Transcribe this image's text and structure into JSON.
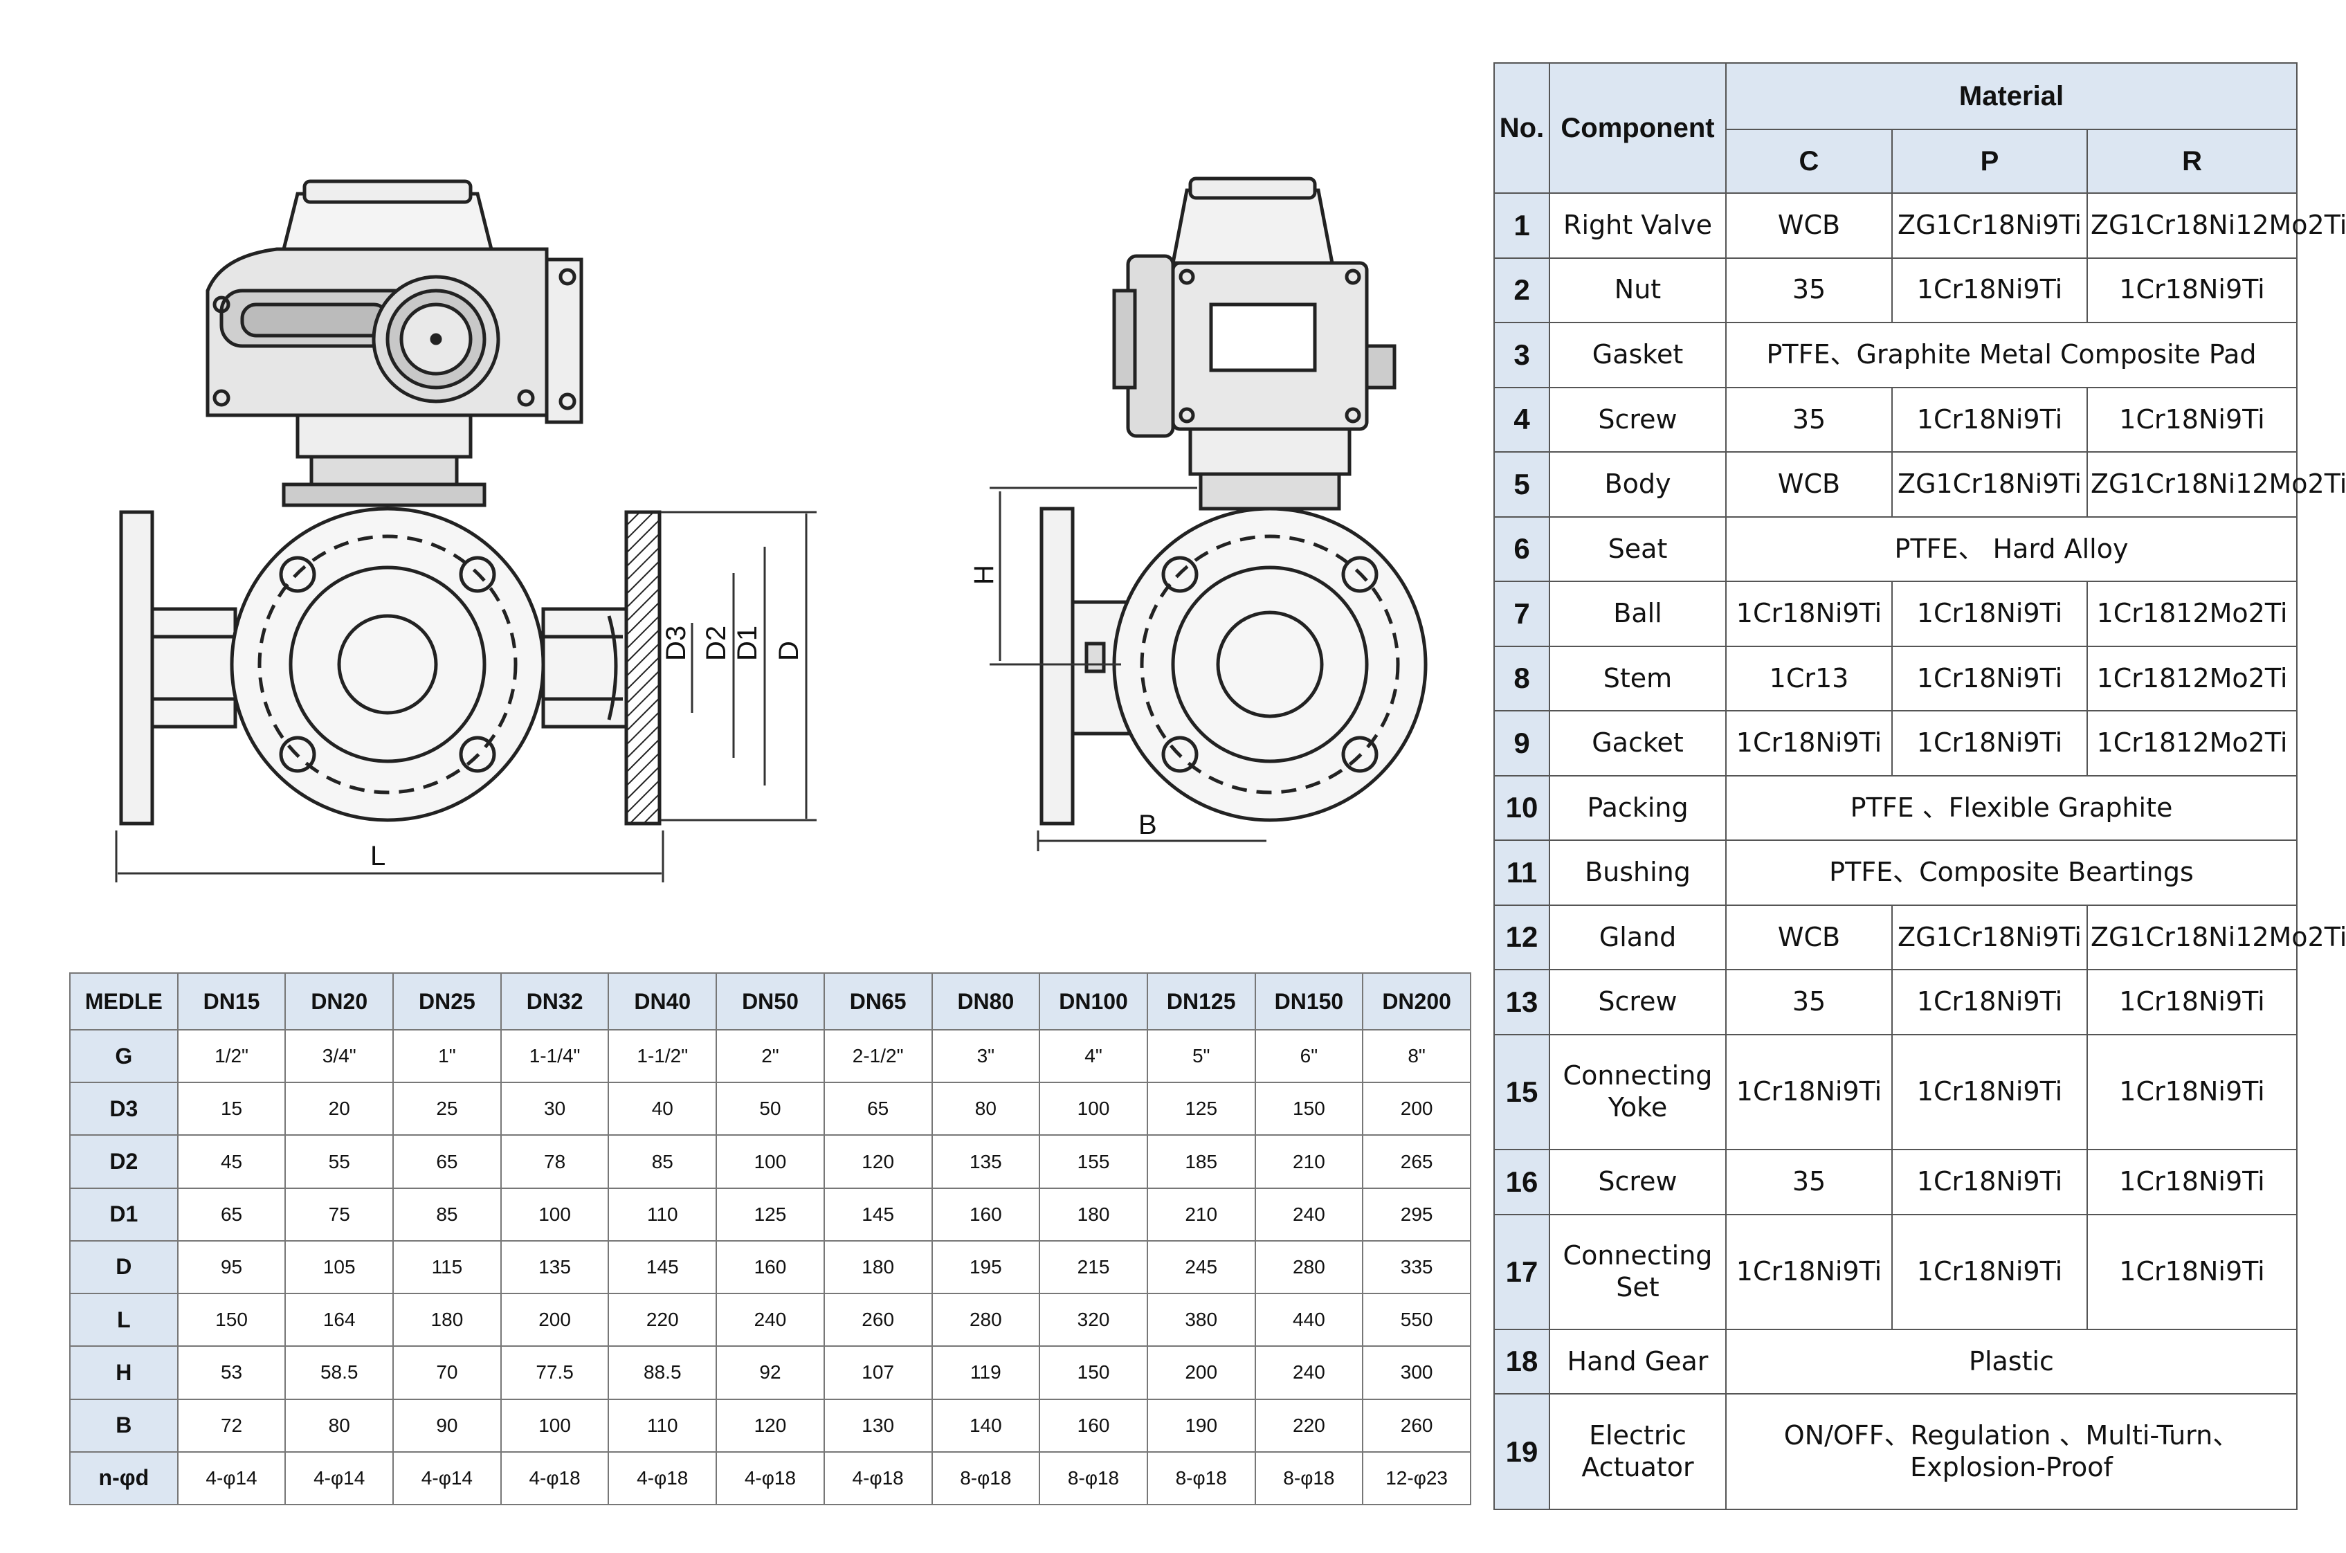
{
  "drawing_labels": {
    "d3": "D3",
    "d2": "D2",
    "d1": "D1",
    "d": "D",
    "l": "L",
    "h": "H",
    "b": "B"
  },
  "dimensions": {
    "corner_label": "MEDLE",
    "models": [
      "DN15",
      "DN20",
      "DN25",
      "DN32",
      "DN40",
      "DN50",
      "DN65",
      "DN80",
      "DN100",
      "DN125",
      "DN150",
      "DN200"
    ],
    "rows": [
      {
        "label": "G",
        "values": [
          "1/2\"",
          "3/4\"",
          "1\"",
          "1-1/4\"",
          "1-1/2\"",
          "2\"",
          "2-1/2\"",
          "3\"",
          "4\"",
          "5\"",
          "6\"",
          "8\""
        ]
      },
      {
        "label": "D3",
        "values": [
          "15",
          "20",
          "25",
          "30",
          "40",
          "50",
          "65",
          "80",
          "100",
          "125",
          "150",
          "200"
        ]
      },
      {
        "label": "D2",
        "values": [
          "45",
          "55",
          "65",
          "78",
          "85",
          "100",
          "120",
          "135",
          "155",
          "185",
          "210",
          "265"
        ]
      },
      {
        "label": "D1",
        "values": [
          "65",
          "75",
          "85",
          "100",
          "110",
          "125",
          "145",
          "160",
          "180",
          "210",
          "240",
          "295"
        ]
      },
      {
        "label": "D",
        "values": [
          "95",
          "105",
          "115",
          "135",
          "145",
          "160",
          "180",
          "195",
          "215",
          "245",
          "280",
          "335"
        ]
      },
      {
        "label": "L",
        "values": [
          "150",
          "164",
          "180",
          "200",
          "220",
          "240",
          "260",
          "280",
          "320",
          "380",
          "440",
          "550"
        ]
      },
      {
        "label": "H",
        "values": [
          "53",
          "58.5",
          "70",
          "77.5",
          "88.5",
          "92",
          "107",
          "119",
          "150",
          "200",
          "240",
          "300"
        ]
      },
      {
        "label": "B",
        "values": [
          "72",
          "80",
          "90",
          "100",
          "110",
          "120",
          "130",
          "140",
          "160",
          "190",
          "220",
          "260"
        ]
      },
      {
        "label": "n-φd",
        "values": [
          "4-φ14",
          "4-φ14",
          "4-φ14",
          "4-φ18",
          "4-φ18",
          "4-φ18",
          "4-φ18",
          "8-φ18",
          "8-φ18",
          "8-φ18",
          "8-φ18",
          "12-φ23"
        ]
      }
    ]
  },
  "materials": {
    "headers": {
      "no": "No.",
      "component": "Component",
      "material": "Material",
      "c": "C",
      "p": "P",
      "r": "R"
    },
    "rows": [
      {
        "no": "1",
        "component": "Right Valve",
        "c": "WCB",
        "p": "ZG1Cr18Ni9Ti",
        "r": "ZG1Cr18Ni12Mo2Ti"
      },
      {
        "no": "2",
        "component": "Nut",
        "c": "35",
        "p": "1Cr18Ni9Ti",
        "r": "1Cr18Ni9Ti"
      },
      {
        "no": "3",
        "component": "Gasket",
        "span": "PTFE、Graphite Metal Composite Pad"
      },
      {
        "no": "4",
        "component": "Screw",
        "c": "35",
        "p": "1Cr18Ni9Ti",
        "r": "1Cr18Ni9Ti"
      },
      {
        "no": "5",
        "component": "Body",
        "c": "WCB",
        "p": "ZG1Cr18Ni9Ti",
        "r": "ZG1Cr18Ni12Mo2Ti"
      },
      {
        "no": "6",
        "component": "Seat",
        "span": "PTFE、 Hard Alloy"
      },
      {
        "no": "7",
        "component": "Ball",
        "c": "1Cr18Ni9Ti",
        "p": "1Cr18Ni9Ti",
        "r": "1Cr1812Mo2Ti"
      },
      {
        "no": "8",
        "component": "Stem",
        "c": "1Cr13",
        "p": "1Cr18Ni9Ti",
        "r": "1Cr1812Mo2Ti"
      },
      {
        "no": "9",
        "component": "Gacket",
        "c": "1Cr18Ni9Ti",
        "p": "1Cr18Ni9Ti",
        "r": "1Cr1812Mo2Ti"
      },
      {
        "no": "10",
        "component": "Packing",
        "span": "PTFE 、Flexible Graphite"
      },
      {
        "no": "11",
        "component": "Bushing",
        "span": "PTFE、Composite Beartings"
      },
      {
        "no": "12",
        "component": "Gland",
        "c": "WCB",
        "p": "ZG1Cr18Ni9Ti",
        "r": "ZG1Cr18Ni12Mo2Ti"
      },
      {
        "no": "13",
        "component": "Screw",
        "c": "35",
        "p": "1Cr18Ni9Ti",
        "r": "1Cr18Ni9Ti"
      },
      {
        "no": "15",
        "component": "Connecting Yoke",
        "c": "1Cr18Ni9Ti",
        "p": "1Cr18Ni9Ti",
        "r": "1Cr18Ni9Ti"
      },
      {
        "no": "16",
        "component": "Screw",
        "c": "35",
        "p": "1Cr18Ni9Ti",
        "r": "1Cr18Ni9Ti"
      },
      {
        "no": "17",
        "component": "Connecting Set",
        "c": "1Cr18Ni9Ti",
        "p": "1Cr18Ni9Ti",
        "r": "1Cr18Ni9Ti"
      },
      {
        "no": "18",
        "component": "Hand Gear",
        "span": "Plastic"
      },
      {
        "no": "19",
        "component": "Electric Actuator",
        "span": "ON/OFF、Regulation 、Multi-Turn、Explosion-Proof"
      }
    ]
  }
}
